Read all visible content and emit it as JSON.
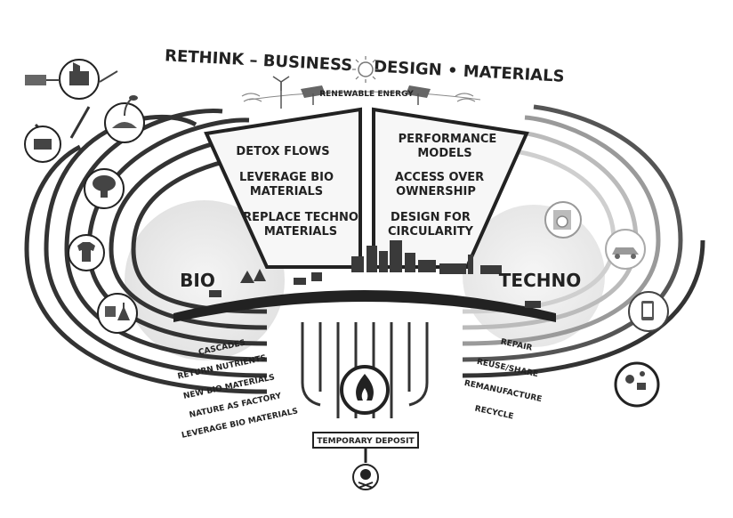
{
  "header": {
    "title": "RETHINK – BUSINESS • DESIGN • MATERIALS",
    "renewable_energy": "RENEWABLE ENERGY"
  },
  "left_panel": [
    "DETOX FLOWS",
    "LEVERAGE BIO",
    "MATERIALS",
    "REPLACE TECHNO",
    "MATERIALS"
  ],
  "right_panel": [
    "PERFORMANCE",
    "MODELS",
    "ACCESS OVER",
    "OWNERSHIP",
    "DESIGN FOR",
    "CIRCULARITY"
  ],
  "loops": {
    "bio": "BIO",
    "techno": "TECHNO"
  },
  "bio_loops": [
    "CASCADES",
    "RETURN NUTRIENTS",
    "NEW BIO MATERIALS",
    "NATURE AS FACTORY",
    "LEVERAGE BIO MATERIALS"
  ],
  "techno_loops": [
    "REPAIR",
    "REUSE/SHARE",
    "REMANUFACTURE",
    "RECYCLE"
  ],
  "deposit": "TEMPORARY DEPOSIT",
  "icons": {
    "bio": [
      "truck-factory-icon",
      "seedling-cloud-icon",
      "tractor-box-icon",
      "mushroom-polymer-icon",
      "tshirt-icon",
      "lab-flask-icon"
    ],
    "techno": [
      "washing-machine-icon",
      "car-icon",
      "phone-icon",
      "recycle-parts-icon"
    ],
    "center": [
      "fire-icon",
      "skull-hazard-icon",
      "sun-icon",
      "wind-turbine-icon",
      "solar-panel-icon"
    ]
  },
  "colors": {
    "ink": "#222222",
    "light": "#bdbdbd",
    "panel": "#f4f4f4"
  }
}
